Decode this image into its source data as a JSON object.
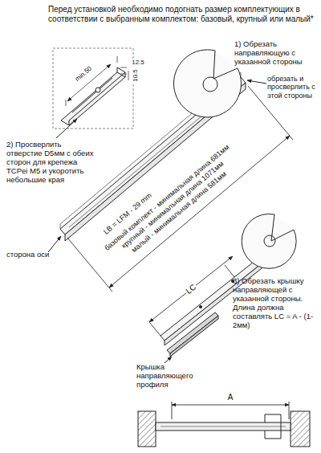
{
  "diagram": {
    "labels": [
      "Перед установкой необходимо подогнать размер комплектующих в соответствии с выбранным комплектом: базовый, крупный или малый*",
      "1) Обрезать направляющую с указанной стороны",
      "обрезать и просверлить с этой стороны",
      "min.50",
      "12.5",
      "10.5",
      "2) Просверлить отверстие D5мм с обеих сторон для крепежа ТСРei M5 и укоротить небольшие края",
      "LB = LFM - 29 mm",
      "базовый комплект - минимальная длина 681мм",
      "крупный - минимальная длина 1071мм",
      "малый - минимальная длина 581мм",
      "сторона оси",
      "LC",
      "3) Обрезать крышку направляющей с указанной стороны. Длина должна составлять LC = A - (1-2мм)",
      "Крышка направляющего профиля",
      "A"
    ]
  }
}
